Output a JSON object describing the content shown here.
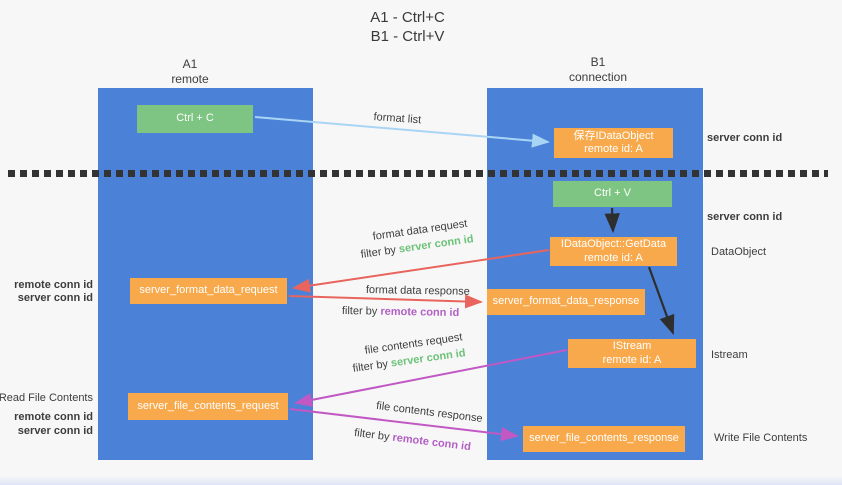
{
  "title": {
    "line1": "A1 - Ctrl+C",
    "line2": "B1 - Ctrl+V"
  },
  "lifelines": {
    "left": {
      "name": "A1",
      "role": "remote"
    },
    "right": {
      "name": "B1",
      "role": "connection"
    }
  },
  "nodes": {
    "ctrl_c": {
      "label": "Ctrl + C"
    },
    "ctrl_v": {
      "label": "Ctrl + V"
    },
    "save_dataobject": {
      "line1": "保存IDataObject",
      "line2": "remote id: A"
    },
    "getdata": {
      "line1": "IDataObject::GetData",
      "line2": "remote id: A"
    },
    "istream": {
      "line1": "IStream",
      "line2": "remote id: A"
    },
    "server_format_data_request": {
      "label": "server_format_data_request"
    },
    "server_format_data_response": {
      "label": "server_format_data_response"
    },
    "server_file_contents_request": {
      "label": "server_file_contents_request"
    },
    "server_file_contents_response": {
      "label": "server_file_contents_response"
    }
  },
  "messages": {
    "format_list": {
      "label": "format list"
    },
    "format_data_request": {
      "label": "format data request",
      "filter_prefix": "filter by ",
      "filter_key": "server conn id"
    },
    "format_data_response": {
      "label": "format data response",
      "filter_prefix": "filter by ",
      "filter_key": "remote conn id"
    },
    "file_contents_request": {
      "label": "file contents request",
      "filter_prefix": "filter by ",
      "filter_key": "server conn id"
    },
    "file_contents_response": {
      "label": "file contents response",
      "filter_prefix": "filter by ",
      "filter_key": "remote conn id"
    }
  },
  "annotations": {
    "right": {
      "server_conn_top": "server conn id",
      "server_conn_mid": "server conn id",
      "dataobject": "DataObject",
      "istream": "Istream",
      "write_file_contents": "Write File Contents"
    },
    "left": {
      "remote_conn_top": "remote conn id",
      "server_conn_top": "server conn id",
      "read_file_contents": "Read File Contents",
      "remote_conn_bottom": "remote conn id",
      "server_conn_bottom": "server conn id"
    }
  },
  "colors": {
    "lifeline_blue": "#4b82d8",
    "action_green": "#7ec583",
    "node_orange": "#f8a94c",
    "request_red": "#e8645c",
    "response_magenta": "#c158c4",
    "format_list_blue": "#a9d5f5",
    "black_arrow": "#2e2e2e",
    "server_conn_green": "#6cc277",
    "remote_conn_purple": "#b35fc5"
  }
}
